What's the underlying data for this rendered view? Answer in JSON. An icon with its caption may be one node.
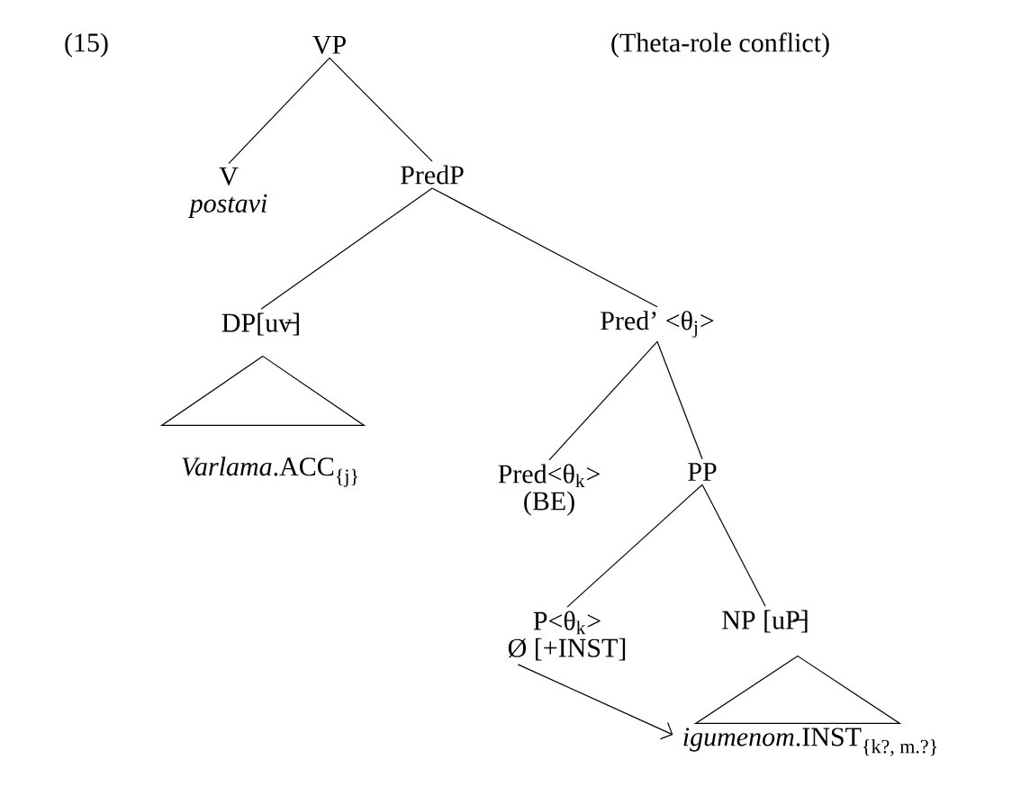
{
  "diagram": {
    "nodes": [
      {
        "text": [
          "VP"
        ]
      },
      {
        "text": [
          "V",
          "postavi"
        ]
      },
      {
        "text": [
          "PredP"
        ]
      },
      {
        "text": [
          "DP[uv̶]"
        ]
      },
      {
        "text": [
          "Pred’ <θ$_{j}$>"
        ]
      },
      {
        "text": [],
        "shape": "triangle"
      },
      {
        "text": [
          "*Varlama*.ACC",
          "{j}"
        ]
      },
      {
        "text": [
          "Pred<θ$_{k}$>",
          "(BE)"
        ]
      },
      {
        "text": [
          "PP"
        ]
      },
      {
        "text": [
          "P<θ$_{k}$>",
          "Ø [+INST]"
        ]
      },
      {
        "text": [
          "NP [uP̶]"
        ]
      },
      {
        "text": [],
        "shape": "triangle"
      },
      {
        "text": [
          "*igumenom*.INST",
          "{k?, m.?}"
        ]
      }
    ],
    "edges": [
      {
        "from": 0,
        "to": 1,
        "arrow": "none"
      },
      {
        "from": 0,
        "to": 2,
        "arrow": "none"
      },
      {
        "from": 2,
        "to": 3,
        "arrow": "none"
      },
      {
        "from": 2,
        "to": 4,
        "arrow": "none"
      },
      {
        "from": 4,
        "to": 7,
        "arrow": "none"
      },
      {
        "from": 4,
        "to": 8,
        "arrow": "none"
      },
      {
        "from": 8,
        "to": 9,
        "arrow": "none"
      },
      {
        "from": 8,
        "to": 10,
        "arrow": "none"
      },
      {
        "from": 9,
        "to": 12,
        "arrow": "to"
      }
    ],
    "labels": [
      "(15)",
      "(Theta-role conflict)"
    ]
  }
}
